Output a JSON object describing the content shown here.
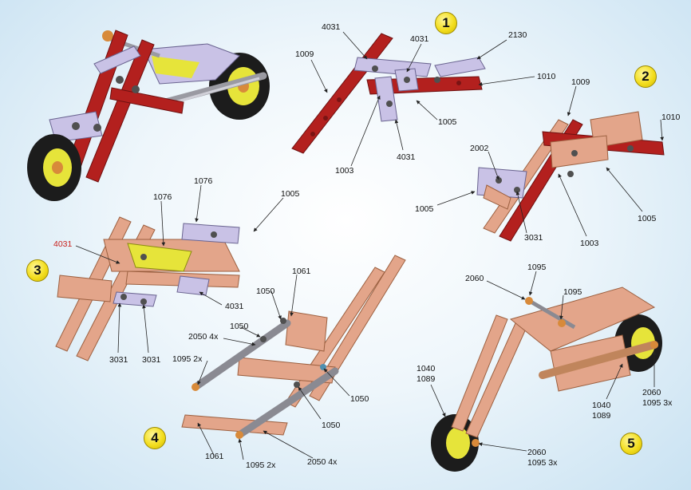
{
  "steps": [
    {
      "number": "1"
    },
    {
      "number": "2"
    },
    {
      "number": "3"
    },
    {
      "number": "4"
    },
    {
      "number": "5"
    }
  ],
  "callouts": {
    "s1_4031_top": "4031",
    "s1_4031_mid": "4031",
    "s1_2130": "2130",
    "s1_1009": "1009",
    "s1_1010": "1010",
    "s1_1005": "1005",
    "s1_1003": "1003",
    "s1_4031_bot": "4031",
    "s2_1009": "1009",
    "s2_1010": "1010",
    "s2_2002": "2002",
    "s2_1005_left": "1005",
    "s2_3031": "3031",
    "s2_1003": "1003",
    "s2_1005_right": "1005",
    "s3_1076_top": "1076",
    "s3_1076": "1076",
    "s3_1005": "1005",
    "s3_4031_red": "4031",
    "s3_4031": "4031",
    "s3_3031_left": "3031",
    "s3_3031_right": "3031",
    "s4_1061_top": "1061",
    "s4_1050_a": "1050",
    "s4_1050_b": "1050",
    "s4_2050_top": "2050 4x",
    "s4_1095_top": "1095 2x",
    "s4_1050_c": "1050",
    "s4_1050_d": "1050",
    "s4_1061_bot": "1061",
    "s4_1095_bot": "1095 2x",
    "s4_2050_bot": "2050 4x",
    "s5_1095_a": "1095",
    "s5_2060_top": "2060",
    "s5_1095_b": "1095",
    "s5_1040_a": "1040",
    "s5_1089_a": "1089",
    "s5_1040_b": "1040",
    "s5_1089_b": "1089",
    "s5_2060_right": "2060",
    "s5_1095_right": "1095 3x",
    "s5_2060_bot": "2060",
    "s5_1095_bot": "1095 3x"
  },
  "colors": {
    "red_part": "#b3201e",
    "copper_part": "#e3a58a",
    "lilac_part": "#c9c2e6",
    "yellow_part": "#e6e43a",
    "tire": "#1c1c1c",
    "axle": "#a0a0a8",
    "nut": "#505050",
    "badge": "#f3de1f",
    "leader": "#222222",
    "red_label": "#c8201c"
  }
}
